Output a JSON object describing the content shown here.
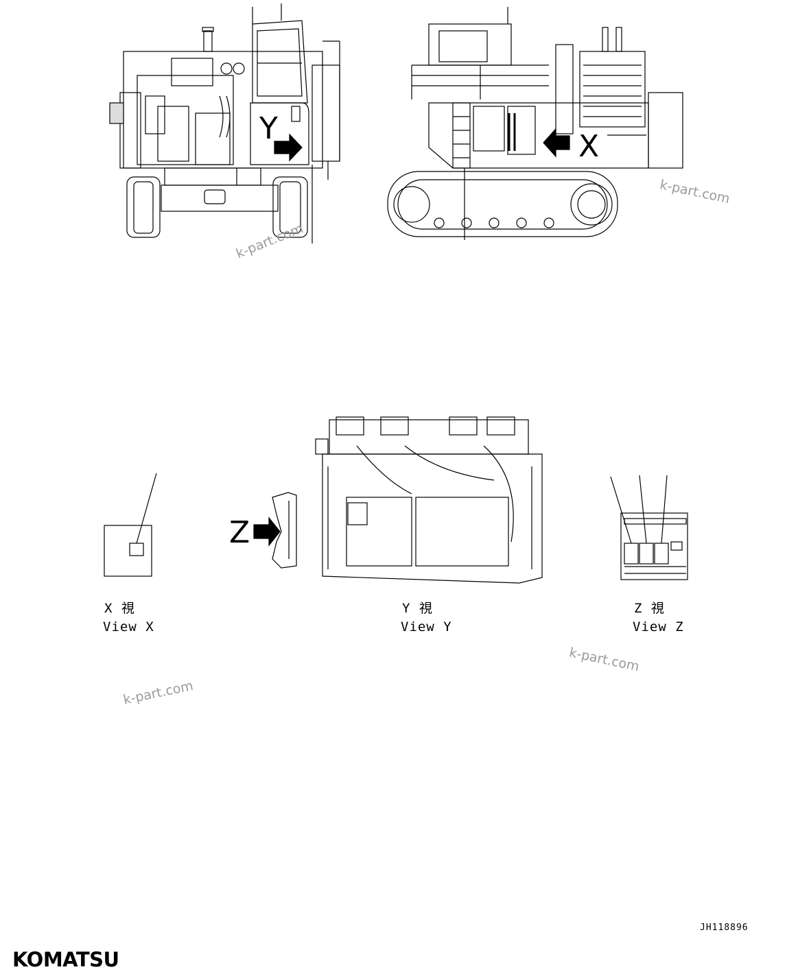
{
  "drawing": {
    "callouts": {
      "x": "X",
      "y": "Y",
      "z": "Z"
    },
    "views": [
      {
        "jp": "X 視",
        "en": "View X"
      },
      {
        "jp": "Y 視",
        "en": "View Y"
      },
      {
        "jp": "Z 視",
        "en": "View Z"
      }
    ],
    "watermark": "k-part.com",
    "doc_id": "JH118896",
    "brand": "KOMATSU",
    "line_color": "#000000",
    "watermark_color": "#9a9a9a"
  }
}
